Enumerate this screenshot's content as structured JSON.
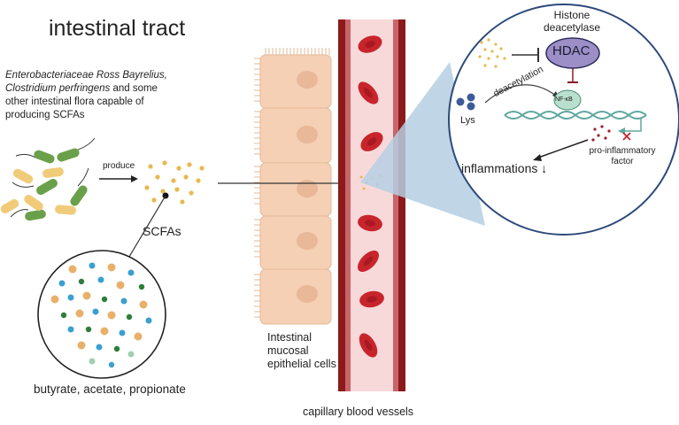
{
  "title": "intestinal tract",
  "bacteria_desc": {
    "italic": "Enterobacteriaceae Ross Bayrelius, Clostridium perfringens",
    "rest": " and some other intestinal flora capable of producing SCFAs"
  },
  "produce_label": "produce",
  "scfas_label": "SCFAs",
  "scfa_types_label": "butyrate, acetate, propionate",
  "epithelial_label": "Intestinal mucosal epithelial cells",
  "vessel_label": "capillary blood vessels",
  "inset": {
    "histone_label": "Histone deacetylase",
    "hdac_label": "HDAC",
    "lys_label": "Lys",
    "deacetylation_label": "deacetylation",
    "nfkb_label": "NF-κB",
    "inflammations_label": "inflammations",
    "inflammations_arrow": "↓",
    "proinflammatory_label": "pro-inflammatory factor"
  },
  "colors": {
    "vessel_wall": "#8b1a1a",
    "vessel_lumen": "#f7d9d9",
    "rbc": "#c8242c",
    "epithelial": "#f5d0b5",
    "nucleus": "#e8b898",
    "bacteria_green": "#6aa04a",
    "bacteria_yellow": "#f0cc7a",
    "scfa_dot": "#e8b94f",
    "inset_border": "#2d4a7a",
    "inset_cone": "#b5cfe3",
    "hdac_fill": "#9c8fc8",
    "dna_teal": "#5fa8a0",
    "lys_blue": "#3d5a99",
    "proinflammatory_red": "#9c2030"
  }
}
